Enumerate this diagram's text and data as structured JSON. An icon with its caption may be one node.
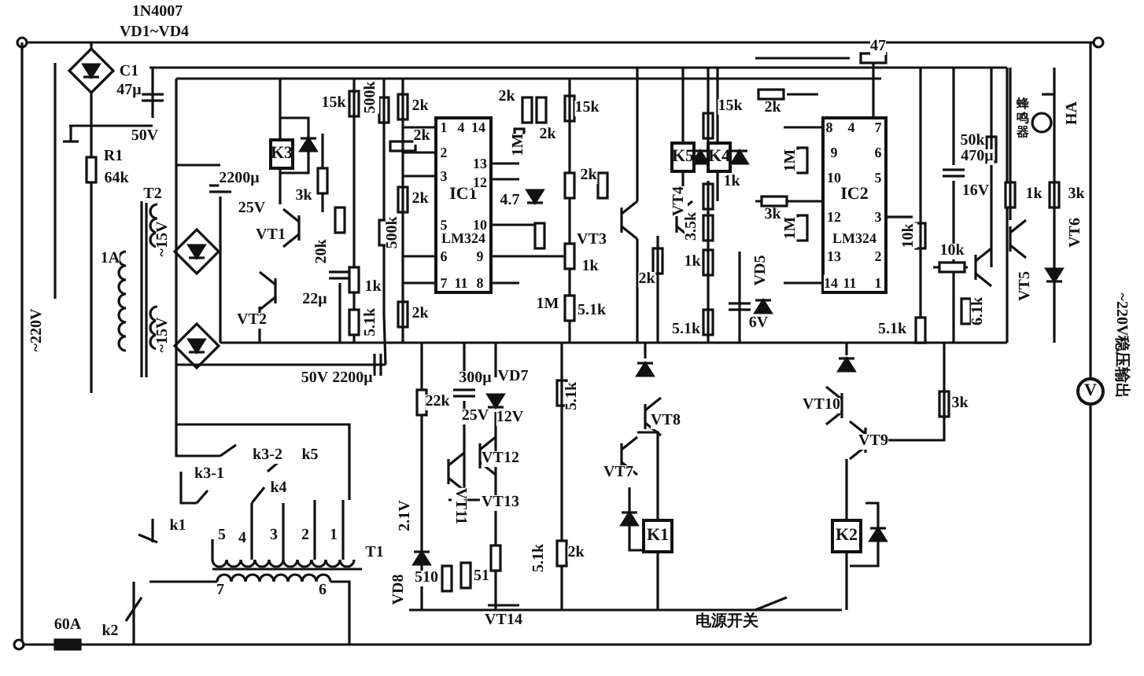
{
  "diagram": {
    "nodes": [
      {
        "text": [
          "K3"
        ]
      },
      {
        "text": [
          "IC1",
          "LM324"
        ]
      },
      {
        "text": [
          "K5"
        ]
      },
      {
        "text": [
          "K4"
        ]
      },
      {
        "text": [
          "IC2",
          "LM324"
        ]
      },
      {
        "text": [
          "K1"
        ]
      },
      {
        "text": [
          "K2"
        ]
      },
      {
        "text": [
          "V"
        ]
      }
    ],
    "labels": [
      "1N4007",
      "VD1~VD4",
      "C1",
      "47μ",
      "50V",
      "R1",
      "64k",
      "T2",
      "~15V",
      "2200μ",
      "25V",
      "VT1",
      "1A",
      "3k",
      "20k",
      "15k",
      "500k",
      "2k",
      "2k",
      "2k",
      "500k",
      "1k",
      "22μ",
      "VT2",
      "~220V",
      "~15V",
      "5.1k",
      "2k",
      "1",
      "4",
      "14",
      "2",
      "13",
      "3",
      "12",
      "5",
      "10",
      "6",
      "9",
      "7",
      "11",
      "8",
      "2k",
      "1M",
      "2k",
      "15k",
      "4.7",
      "2k",
      "VT3",
      "1k",
      "1M",
      "5.1k",
      "VT4",
      "2k",
      "15k",
      "1k",
      "3.5k",
      "1k",
      "5.1k",
      "47",
      "2k",
      "1M",
      "3k",
      "1M",
      "VD5",
      "6V",
      "8",
      "4",
      "7",
      "9",
      "6",
      "10",
      "5",
      "12",
      "3",
      "13",
      "2",
      "14",
      "11",
      "1",
      "10k",
      "470μ",
      "16V",
      "蜂鸣器",
      "HA",
      "50k",
      "1k",
      "3k",
      "VT6",
      "10k",
      "VT5",
      "6.1k",
      "5.1k",
      "~220V稳压输出",
      "50V",
      "2200μ",
      "22k",
      "300μ",
      "25V",
      "VD7",
      "12V",
      "5.1k",
      "VT8",
      "VT10",
      "3k",
      "k3-2",
      "k5",
      "VT12",
      "VT7",
      "VT9",
      "k3-1",
      "k4",
      "2.1V",
      "VT11",
      "VT13",
      "k1",
      "5",
      "4",
      "3",
      "2",
      "1",
      "T1",
      "5.1k",
      "2k",
      "510",
      "51",
      "7",
      "6",
      "VD8",
      "60A",
      "k2",
      "VT14",
      "电源开关"
    ]
  }
}
